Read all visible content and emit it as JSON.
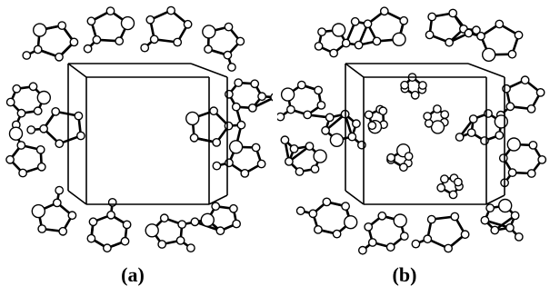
{
  "figure": {
    "panels": [
      {
        "id": "a",
        "caption": "(a)",
        "variant": "complete-framework"
      },
      {
        "id": "b",
        "caption": "(b)",
        "variant": "framework-with-pendant-ligands"
      }
    ],
    "colors": {
      "ink": "#000000",
      "atom_fill": "#ffffff",
      "background": "#ffffff"
    }
  }
}
